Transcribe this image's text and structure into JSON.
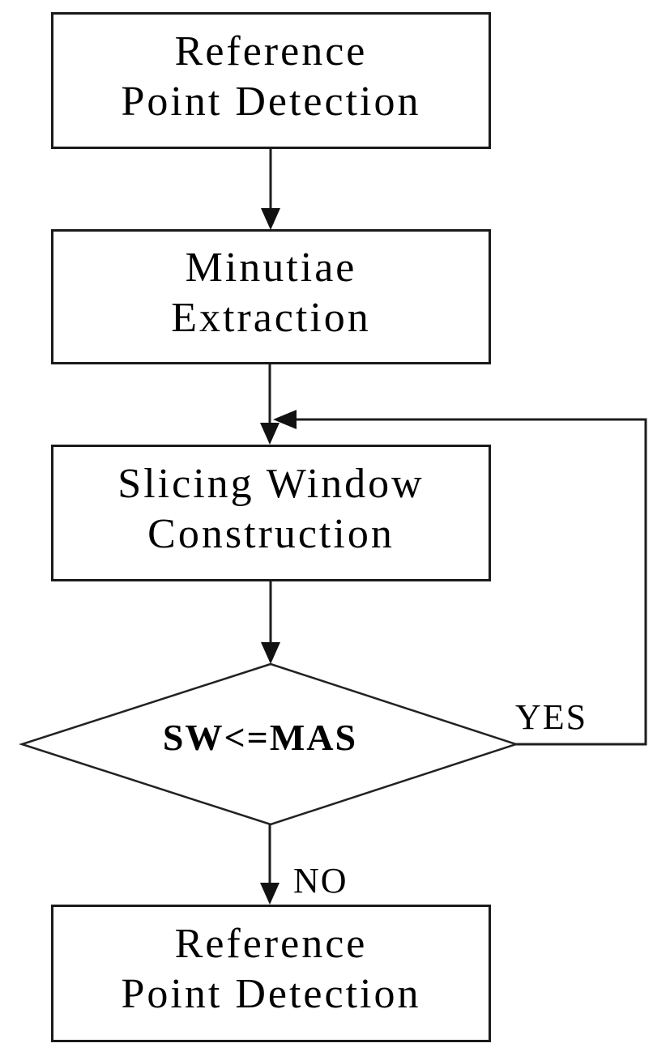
{
  "flowchart": {
    "nodes": {
      "top_box": {
        "line1": "Reference",
        "line2": "Point Detection"
      },
      "minutiae_box": {
        "line1": "Minutiae",
        "line2": "Extraction"
      },
      "slicing_box": {
        "line1": "Slicing Window",
        "line2": "Construction"
      },
      "decision": {
        "label": "SW<=MAS"
      },
      "bottom_box": {
        "line1": "Reference",
        "line2": "Point Detection"
      }
    },
    "edge_labels": {
      "yes": "YES",
      "no": "NO"
    },
    "edges": [
      {
        "from": "Reference Point Detection (top)",
        "to": "Minutiae Extraction",
        "label": ""
      },
      {
        "from": "Minutiae Extraction",
        "to": "Slicing Window Construction",
        "label": ""
      },
      {
        "from": "Slicing Window Construction",
        "to": "SW<=MAS",
        "label": ""
      },
      {
        "from": "SW<=MAS",
        "to": "Slicing Window Construction",
        "label": "YES"
      },
      {
        "from": "SW<=MAS",
        "to": "Reference Point Detection (bottom)",
        "label": "NO"
      }
    ],
    "colors": {
      "line": "#1e1e1e",
      "text": "#000000",
      "background": "#ffffff"
    }
  }
}
